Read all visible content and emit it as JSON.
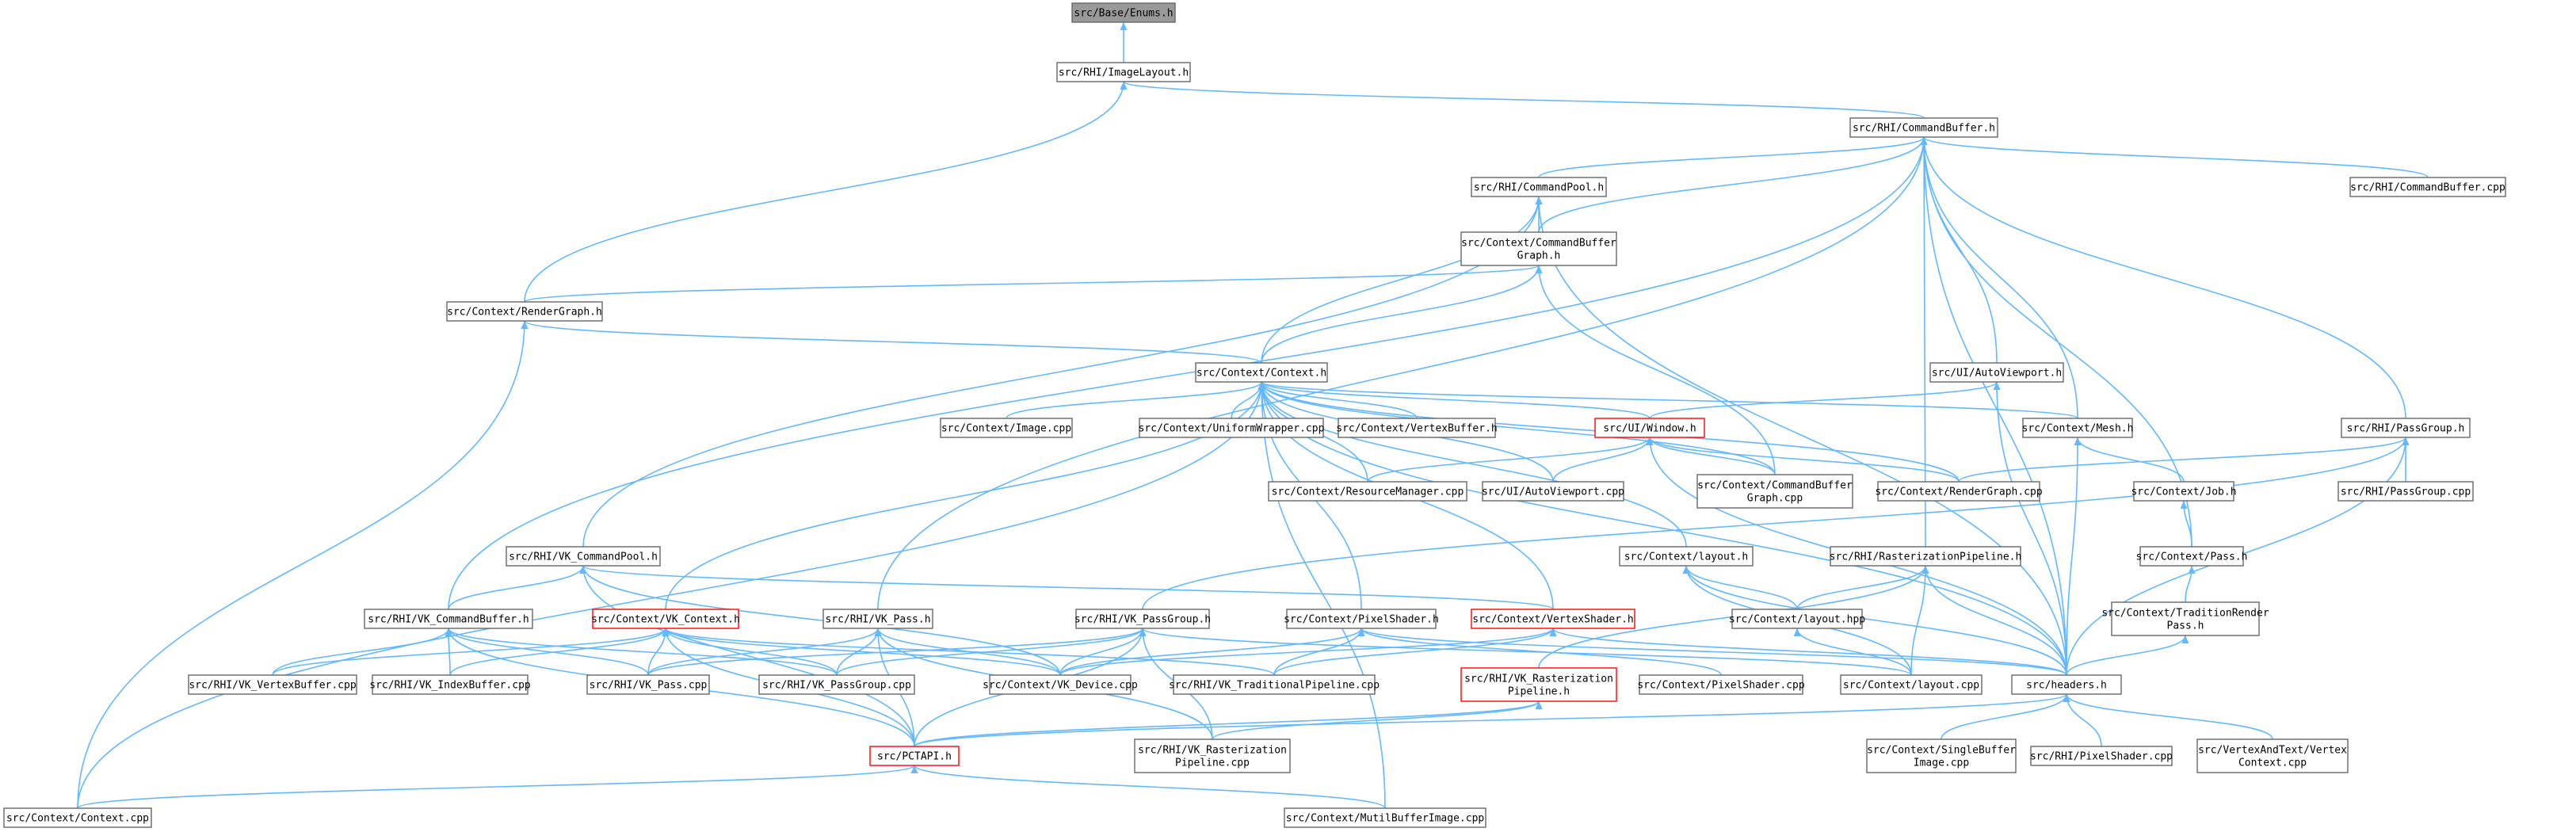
{
  "colors": {
    "edge": "#63b8ff",
    "box": "#666666",
    "root_fill": "#999999",
    "highlight": "#ff0000",
    "normal_fill": "#ffffff"
  },
  "nodes": [
    {
      "id": "enums",
      "lines": [
        "src/Base/Enums.h"
      ],
      "style": "root"
    },
    {
      "id": "imagelayout",
      "lines": [
        "src/RHI/ImageLayout.h"
      ]
    },
    {
      "id": "cmdbuf",
      "lines": [
        "src/RHI/CommandBuffer.h"
      ]
    },
    {
      "id": "cmdpool",
      "lines": [
        "src/RHI/CommandPool.h"
      ]
    },
    {
      "id": "cmdbufcpp",
      "lines": [
        "src/RHI/CommandBuffer.cpp"
      ]
    },
    {
      "id": "ctxcbg",
      "lines": [
        "src/Context/CommandBuffer",
        "Graph.h"
      ]
    },
    {
      "id": "rendergraph",
      "lines": [
        "src/Context/RenderGraph.h"
      ]
    },
    {
      "id": "context",
      "lines": [
        "src/Context/Context.h"
      ]
    },
    {
      "id": "autoviewport",
      "lines": [
        "src/UI/AutoViewport.h"
      ]
    },
    {
      "id": "image",
      "lines": [
        "src/Context/Image.cpp"
      ]
    },
    {
      "id": "uniform",
      "lines": [
        "src/Context/UniformWrapper.cpp"
      ]
    },
    {
      "id": "vertexbuf",
      "lines": [
        "src/Context/VertexBuffer.h"
      ]
    },
    {
      "id": "window",
      "lines": [
        "src/UI/Window.h"
      ],
      "style": "hl"
    },
    {
      "id": "mesh",
      "lines": [
        "src/Context/Mesh.h"
      ]
    },
    {
      "id": "passgroup",
      "lines": [
        "src/RHI/PassGroup.h"
      ]
    },
    {
      "id": "resmgr",
      "lines": [
        "src/Context/ResourceManager.cpp"
      ]
    },
    {
      "id": "autovpcpp",
      "lines": [
        "src/UI/AutoViewport.cpp"
      ]
    },
    {
      "id": "cbgcpp",
      "lines": [
        "src/Context/CommandBuffer",
        "Graph.cpp"
      ]
    },
    {
      "id": "rendergraphcpp",
      "lines": [
        "src/Context/RenderGraph.cpp"
      ]
    },
    {
      "id": "job",
      "lines": [
        "src/Context/Job.h"
      ]
    },
    {
      "id": "passgroupcpp",
      "lines": [
        "src/RHI/PassGroup.cpp"
      ]
    },
    {
      "id": "vkcmdpool",
      "lines": [
        "src/RHI/VK_CommandPool.h"
      ]
    },
    {
      "id": "layouth",
      "lines": [
        "src/Context/layout.h"
      ]
    },
    {
      "id": "rastpipe",
      "lines": [
        "src/RHI/RasterizationPipeline.h"
      ]
    },
    {
      "id": "pass",
      "lines": [
        "src/Context/Pass.h"
      ]
    },
    {
      "id": "vkcmdbuf",
      "lines": [
        "src/RHI/VK_CommandBuffer.h"
      ]
    },
    {
      "id": "vkcontext",
      "lines": [
        "src/Context/VK_Context.h"
      ],
      "style": "hl"
    },
    {
      "id": "vkpass",
      "lines": [
        "src/RHI/VK_Pass.h"
      ]
    },
    {
      "id": "vkpassgroup",
      "lines": [
        "src/RHI/VK_PassGroup.h"
      ]
    },
    {
      "id": "pixelshader",
      "lines": [
        "src/Context/PixelShader.h"
      ]
    },
    {
      "id": "vertexshader",
      "lines": [
        "src/Context/VertexShader.h"
      ],
      "style": "hl"
    },
    {
      "id": "layouthpp",
      "lines": [
        "src/Context/layout.hpp"
      ]
    },
    {
      "id": "traditionrender",
      "lines": [
        "src/Context/TraditionRender",
        "Pass.h"
      ]
    },
    {
      "id": "vkvertexbuf",
      "lines": [
        "src/RHI/VK_VertexBuffer.cpp"
      ]
    },
    {
      "id": "vkindexbuf",
      "lines": [
        "src/RHI/VK_IndexBuffer.cpp"
      ]
    },
    {
      "id": "vkpasscpp",
      "lines": [
        "src/RHI/VK_Pass.cpp"
      ]
    },
    {
      "id": "vkpassgroupcpp",
      "lines": [
        "src/RHI/VK_PassGroup.cpp"
      ]
    },
    {
      "id": "vkdevice",
      "lines": [
        "src/Context/VK_Device.cpp"
      ]
    },
    {
      "id": "vktradpipe",
      "lines": [
        "src/RHI/VK_TraditionalPipeline.cpp"
      ]
    },
    {
      "id": "vkrastpipe",
      "lines": [
        "src/RHI/VK_Rasterization",
        "Pipeline.h"
      ],
      "style": "hl"
    },
    {
      "id": "pixelshadercpp",
      "lines": [
        "src/Context/PixelShader.cpp"
      ]
    },
    {
      "id": "layoutcpp",
      "lines": [
        "src/Context/layout.cpp"
      ]
    },
    {
      "id": "headers",
      "lines": [
        "src/headers.h"
      ]
    },
    {
      "id": "pctapi",
      "lines": [
        "src/PCTAPI.h"
      ],
      "style": "hl"
    },
    {
      "id": "vkrastpipecpp",
      "lines": [
        "src/RHI/VK_Rasterization",
        "Pipeline.cpp"
      ]
    },
    {
      "id": "singlebuf",
      "lines": [
        "src/Context/SingleBuffer",
        "Image.cpp"
      ]
    },
    {
      "id": "rhipixelshader",
      "lines": [
        "src/RHI/PixelShader.cpp"
      ]
    },
    {
      "id": "vertexandtext",
      "lines": [
        "src/VertexAndText/Vertex",
        "Context.cpp"
      ]
    },
    {
      "id": "contextcpp",
      "lines": [
        "src/Context/Context.cpp"
      ]
    },
    {
      "id": "mutibuf",
      "lines": [
        "src/Context/MutilBufferImage.cpp"
      ]
    }
  ],
  "edges": [
    [
      "enums",
      "imagelayout"
    ],
    [
      "imagelayout",
      "cmdbuf"
    ],
    [
      "imagelayout",
      "rendergraph"
    ],
    [
      "cmdbuf",
      "cmdpool"
    ],
    [
      "cmdbuf",
      "cmdbufcpp"
    ],
    [
      "cmdbuf",
      "ctxcbg"
    ],
    [
      "cmdbuf",
      "autoviewport"
    ],
    [
      "cmdbuf",
      "mesh"
    ],
    [
      "cmdbuf",
      "passgroup"
    ],
    [
      "cmdbuf",
      "pass"
    ],
    [
      "cmdbuf",
      "headers"
    ],
    [
      "cmdbuf",
      "vkcmdbuf"
    ],
    [
      "cmdbuf",
      "vkpass"
    ],
    [
      "cmdbuf",
      "rastpipe"
    ],
    [
      "cmdpool",
      "ctxcbg"
    ],
    [
      "cmdpool",
      "context"
    ],
    [
      "cmdpool",
      "vkcmdpool"
    ],
    [
      "cmdpool",
      "headers"
    ],
    [
      "ctxcbg",
      "rendergraph"
    ],
    [
      "ctxcbg",
      "context"
    ],
    [
      "ctxcbg",
      "cbgcpp"
    ],
    [
      "rendergraph",
      "context"
    ],
    [
      "rendergraph",
      "contextcpp"
    ],
    [
      "context",
      "image"
    ],
    [
      "context",
      "uniform"
    ],
    [
      "context",
      "vertexbuf"
    ],
    [
      "context",
      "window"
    ],
    [
      "context",
      "mesh"
    ],
    [
      "context",
      "resmgr"
    ],
    [
      "context",
      "autovpcpp"
    ],
    [
      "context",
      "cbgcpp"
    ],
    [
      "context",
      "rendergraphcpp"
    ],
    [
      "context",
      "layouth"
    ],
    [
      "context",
      "vkcontext"
    ],
    [
      "context",
      "vertexshader"
    ],
    [
      "context",
      "pixelshader"
    ],
    [
      "context",
      "headers"
    ],
    [
      "context",
      "contextcpp"
    ],
    [
      "context",
      "mutibuf"
    ],
    [
      "autoviewport",
      "window"
    ],
    [
      "autoviewport",
      "headers"
    ],
    [
      "window",
      "resmgr"
    ],
    [
      "window",
      "autovpcpp"
    ],
    [
      "window",
      "cbgcpp"
    ],
    [
      "window",
      "rendergraphcpp"
    ],
    [
      "window",
      "headers"
    ],
    [
      "mesh",
      "job"
    ],
    [
      "mesh",
      "headers"
    ],
    [
      "passgroup",
      "rendergraphcpp"
    ],
    [
      "passgroup",
      "passgroupcpp"
    ],
    [
      "passgroup",
      "vkpassgroup"
    ],
    [
      "passgroup",
      "headers"
    ],
    [
      "job",
      "pass"
    ],
    [
      "vkcmdpool",
      "vkcmdbuf"
    ],
    [
      "vkcmdpool",
      "pctapi"
    ],
    [
      "vkcmdpool",
      "vkdevice"
    ],
    [
      "vkcmdpool",
      "vertexshader"
    ],
    [
      "layouth",
      "layouthpp"
    ],
    [
      "layouth",
      "layoutcpp"
    ],
    [
      "layouth",
      "headers"
    ],
    [
      "rastpipe",
      "layouthpp"
    ],
    [
      "rastpipe",
      "layoutcpp"
    ],
    [
      "rastpipe",
      "headers"
    ],
    [
      "rastpipe",
      "vkrastpipe"
    ],
    [
      "pass",
      "traditionrender"
    ],
    [
      "traditionrender",
      "headers"
    ],
    [
      "vkcmdbuf",
      "vkvertexbuf"
    ],
    [
      "vkcmdbuf",
      "vkindexbuf"
    ],
    [
      "vkcmdbuf",
      "vkpasscpp"
    ],
    [
      "vkcmdbuf",
      "vkpassgroupcpp"
    ],
    [
      "vkcmdbuf",
      "pctapi"
    ],
    [
      "vkcontext",
      "vkvertexbuf"
    ],
    [
      "vkcontext",
      "vkindexbuf"
    ],
    [
      "vkcontext",
      "vkpasscpp"
    ],
    [
      "vkcontext",
      "vkpassgroupcpp"
    ],
    [
      "vkcontext",
      "vkdevice"
    ],
    [
      "vkcontext",
      "vktradpipe"
    ],
    [
      "vkcontext",
      "pctapi"
    ],
    [
      "vkpass",
      "vkpasscpp"
    ],
    [
      "vkpass",
      "vkpassgroupcpp"
    ],
    [
      "vkpass",
      "vkdevice"
    ],
    [
      "vkpass",
      "pctapi"
    ],
    [
      "vkpass",
      "vkrastpipecpp"
    ],
    [
      "vkpassgroup",
      "vkpasscpp"
    ],
    [
      "vkpassgroup",
      "vkpassgroupcpp"
    ],
    [
      "vkpassgroup",
      "vkdevice"
    ],
    [
      "vkpassgroup",
      "pctapi"
    ],
    [
      "vkpassgroup",
      "vkrastpipecpp"
    ],
    [
      "vkpassgroup",
      "layoutcpp"
    ],
    [
      "pixelshader",
      "vkdevice"
    ],
    [
      "pixelshader",
      "pixelshadercpp"
    ],
    [
      "pixelshader",
      "vktradpipe"
    ],
    [
      "pixelshader",
      "headers"
    ],
    [
      "vertexshader",
      "vkdevice"
    ],
    [
      "vertexshader",
      "vktradpipe"
    ],
    [
      "vertexshader",
      "headers"
    ],
    [
      "layouthpp",
      "layoutcpp"
    ],
    [
      "vkrastpipe",
      "pctapi"
    ],
    [
      "vkrastpipe",
      "vkrastpipecpp"
    ],
    [
      "headers",
      "pctapi"
    ],
    [
      "headers",
      "singlebuf"
    ],
    [
      "headers",
      "rhipixelshader"
    ],
    [
      "headers",
      "vertexandtext"
    ],
    [
      "pctapi",
      "contextcpp"
    ],
    [
      "pctapi",
      "mutibuf"
    ]
  ]
}
